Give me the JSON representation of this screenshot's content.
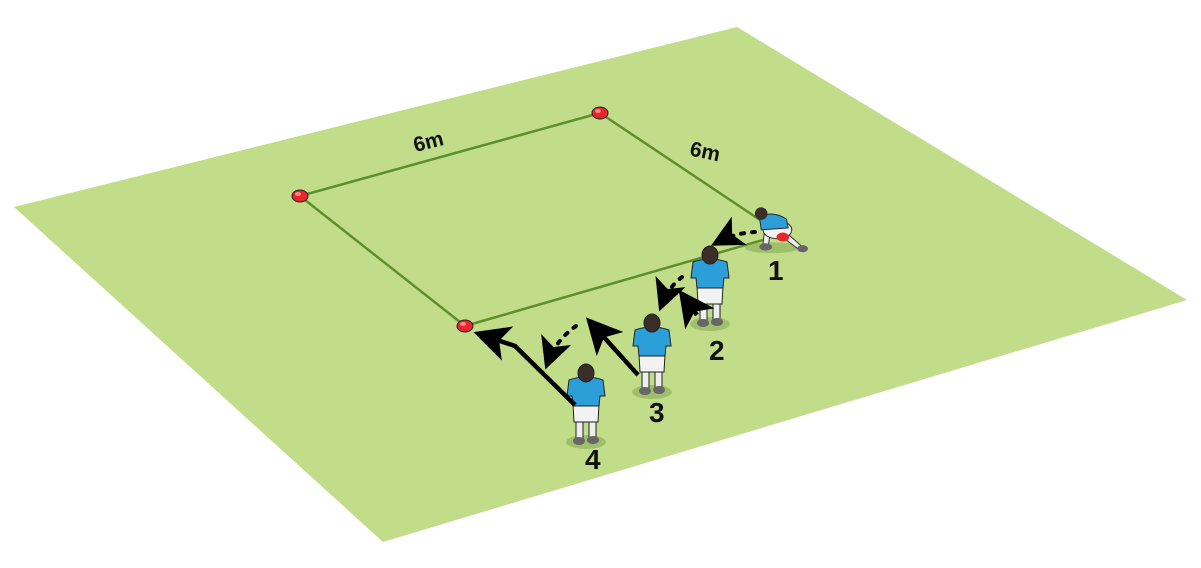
{
  "diagram": {
    "dimension_labels": [
      "6m",
      "6m"
    ],
    "player_numbers": [
      "1",
      "2",
      "3",
      "4"
    ],
    "colors": {
      "pitch": "#c2dd8a",
      "square_line": "#5f8f2c",
      "cone": "#e8262b",
      "shirt": "#2d9fd8",
      "shorts": "#f2f2f2",
      "arrow": "#000000"
    }
  }
}
